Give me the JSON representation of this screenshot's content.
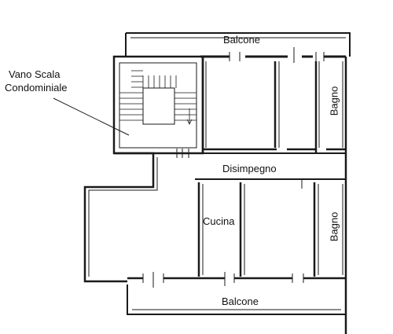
{
  "plan": {
    "labels": {
      "balcone_top": "Balcone",
      "balcone_bottom": "Balcone",
      "vano_scala_line1": "Vano Scala",
      "vano_scala_line2": "Condominiale",
      "disimpegno": "Disimpegno",
      "cucina": "Cucina",
      "bagno_top": "Bagno",
      "bagno_bottom": "Bagno"
    },
    "colors": {
      "wall": "#1a1a1a",
      "background": "#ffffff"
    }
  }
}
